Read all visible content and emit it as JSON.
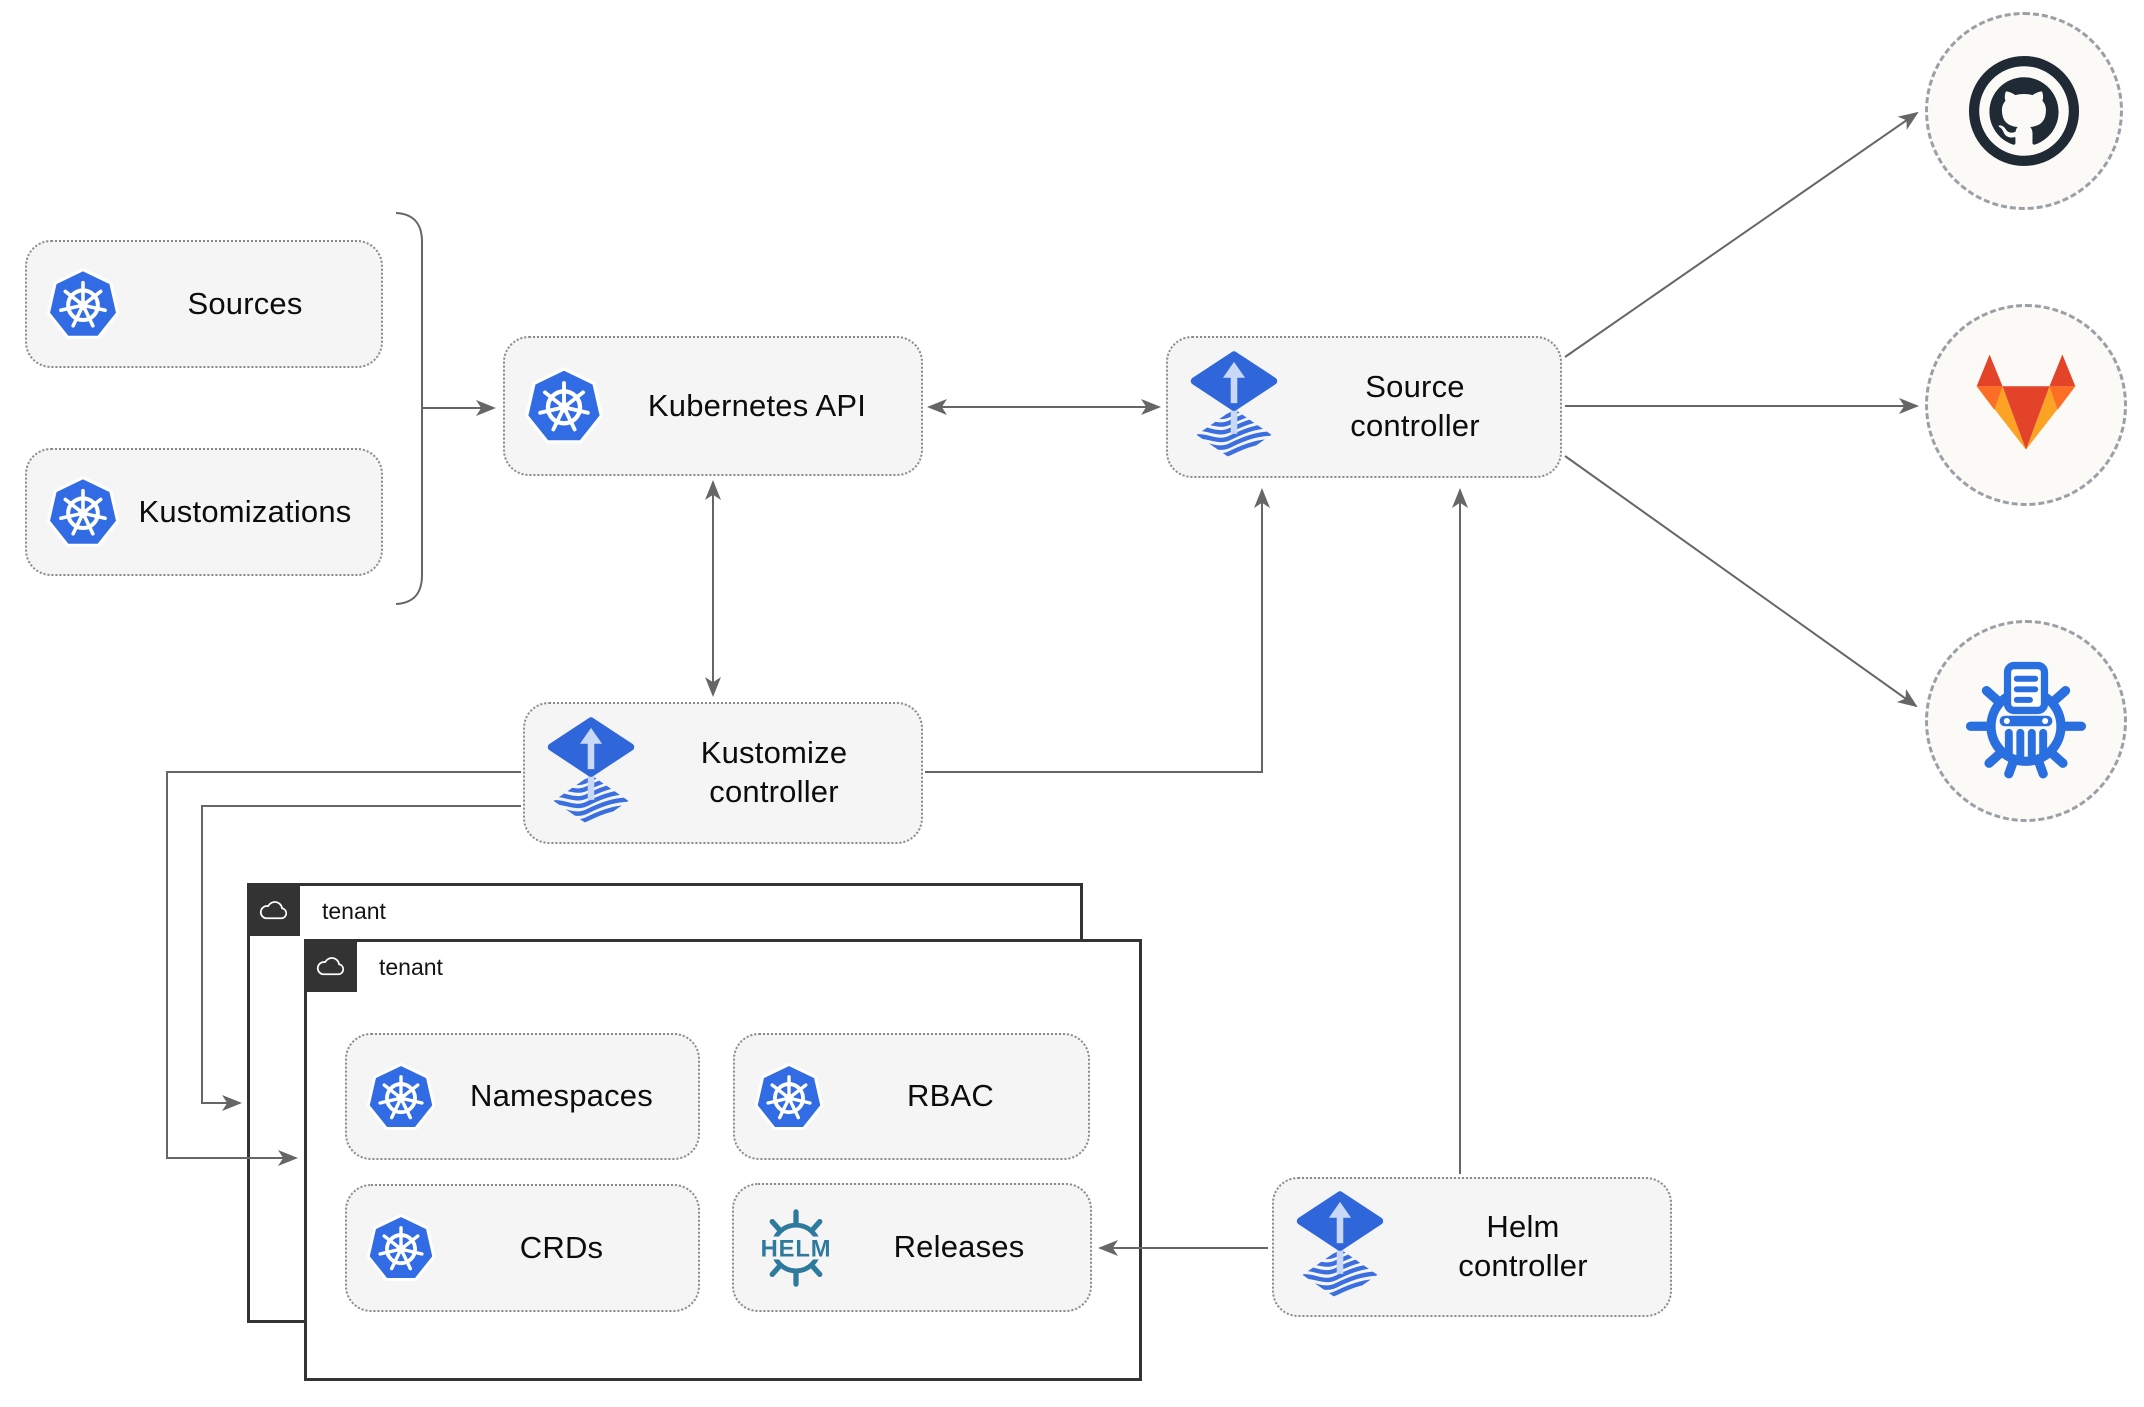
{
  "nodes": {
    "sources": {
      "label": "Sources"
    },
    "kustomizations": {
      "label": "Kustomizations"
    },
    "kubernetes_api": {
      "label": "Kubernetes API"
    },
    "source_controller": {
      "label": "Source\ncontroller"
    },
    "kustomize_controller": {
      "label": "Kustomize\ncontroller"
    },
    "helm_controller": {
      "label": "Helm\ncontroller"
    },
    "tenant_back": {
      "label": "tenant"
    },
    "tenant_front": {
      "label": "tenant"
    },
    "namespaces": {
      "label": "Namespaces"
    },
    "rbac": {
      "label": "RBAC"
    },
    "crds": {
      "label": "CRDs"
    },
    "releases": {
      "label": "Releases"
    },
    "helm_logo_text": "HELM"
  },
  "remotes": [
    {
      "name": "github",
      "icon": "github-icon"
    },
    {
      "name": "gitlab",
      "icon": "gitlab-icon"
    },
    {
      "name": "chartmuseum",
      "icon": "chartmuseum-icon"
    }
  ],
  "connections": [
    {
      "from": "sources+kustomizations",
      "to": "kubernetes_api",
      "type": "arrow"
    },
    {
      "from": "kubernetes_api",
      "to": "source_controller",
      "type": "double-arrow"
    },
    {
      "from": "kubernetes_api",
      "to": "kustomize_controller",
      "type": "double-arrow"
    },
    {
      "from": "kustomize_controller",
      "to": "source_controller",
      "type": "arrow"
    },
    {
      "from": "kustomize_controller",
      "to": "tenant_front",
      "type": "arrow"
    },
    {
      "from": "kustomize_controller",
      "to": "tenant_back",
      "type": "arrow"
    },
    {
      "from": "helm_controller",
      "to": "source_controller",
      "type": "arrow"
    },
    {
      "from": "helm_controller",
      "to": "releases",
      "type": "arrow"
    },
    {
      "from": "source_controller",
      "to": "github",
      "type": "arrow"
    },
    {
      "from": "source_controller",
      "to": "gitlab",
      "type": "arrow"
    },
    {
      "from": "source_controller",
      "to": "chartmuseum",
      "type": "arrow"
    }
  ],
  "colors": {
    "kubernetes_blue": "#326ce5",
    "flux_blue": "#2f66da",
    "flux_light": "#c9d8f6",
    "helm_teal": "#2e7a9c",
    "github_dark": "#1f2a35",
    "gitlab_red_orange": "#e24329",
    "gitlab_orange": "#fc6d26",
    "gitlab_light_orange": "#fca326",
    "chartmuseum_blue": "#2a6fe0",
    "line_gray": "#666666",
    "node_fill": "#f5f5f5",
    "tenant_border": "#333333"
  }
}
